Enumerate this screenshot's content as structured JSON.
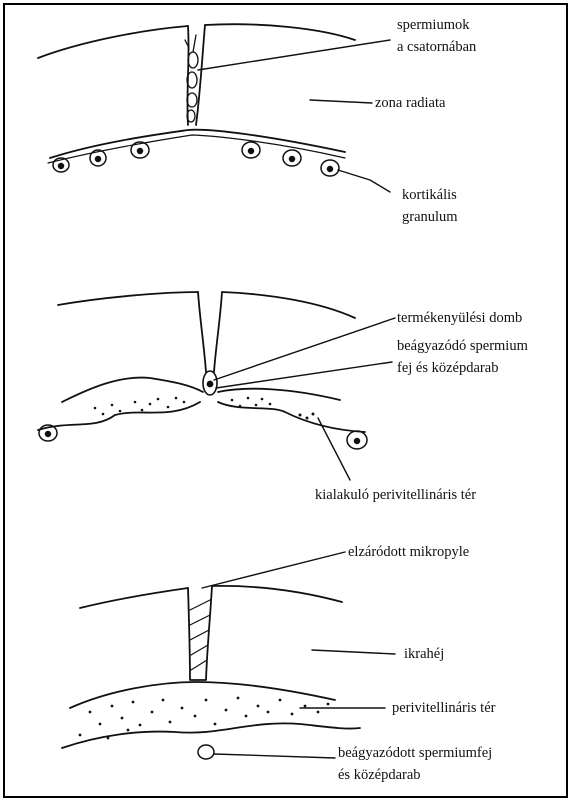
{
  "panel_top": {
    "label_sperm_channel_line1": "spermiumok",
    "label_sperm_channel_line2": "a csatornában",
    "label_zona": "zona radiata",
    "label_granule_line1": "kortikális",
    "label_granule_line2": "granulum"
  },
  "panel_middle": {
    "label_cone": "termékenyülési domb",
    "label_head_line1": "beágyazódó spermium",
    "label_head_line2": "fej és középdarab",
    "label_space": "kialakuló perivitellináris tér"
  },
  "panel_bottom": {
    "label_micropyle": "elzáródott mikropyle",
    "label_shell": "ikrahéj",
    "label_space": "perivitellináris tér",
    "label_head_line1": "beágyazódott spermiumfej",
    "label_head_line2": "és középdarab"
  }
}
